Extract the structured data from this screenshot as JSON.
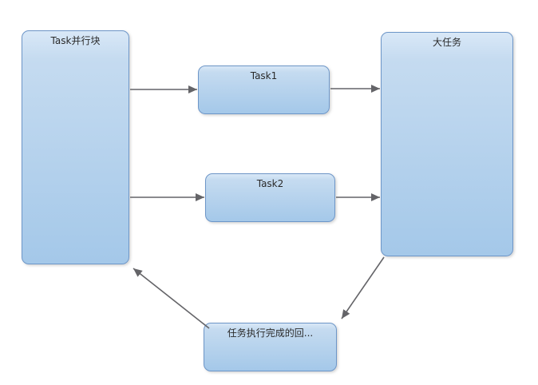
{
  "diagram": {
    "background": "#ffffff",
    "node_fill_top": "#d9e8f7",
    "node_fill_bottom": "#a4c8e9",
    "node_border": "#6d96c8",
    "connector_color": "#646468",
    "text_color": "#2a2a2a",
    "nodes": {
      "parallel_block": {
        "label": "Task并行块"
      },
      "task1": {
        "label": "Task1"
      },
      "task2": {
        "label": "Task2"
      },
      "big_task": {
        "label": "大任务"
      },
      "callback": {
        "label": "任务执行完成的回..."
      }
    },
    "edges": [
      {
        "from": "parallel_block",
        "to": "task1"
      },
      {
        "from": "task1",
        "to": "big_task"
      },
      {
        "from": "parallel_block",
        "to": "task2"
      },
      {
        "from": "task2",
        "to": "big_task"
      },
      {
        "from": "big_task",
        "to": "callback"
      },
      {
        "from": "callback",
        "to": "parallel_block"
      }
    ]
  }
}
